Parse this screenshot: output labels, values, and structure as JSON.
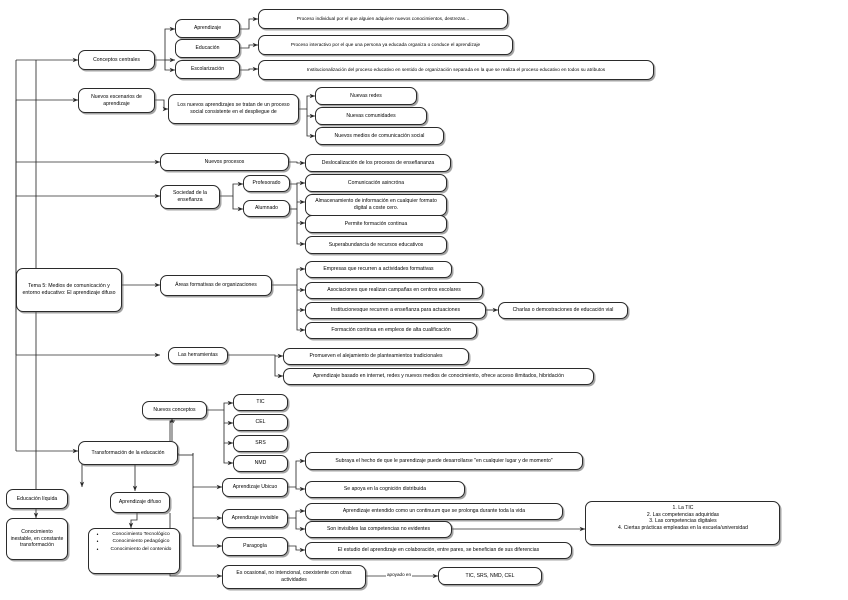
{
  "diagram": {
    "title": "Tema 5: Medios de comunicación y entorno educativo: El aprendizaje difuso",
    "type": "concept-map",
    "line_color": "#2b2b2b",
    "box_fill": "#ffffff",
    "box_border": "#2b2b2b",
    "text_color": "#000000"
  },
  "root": {
    "label": "Tema 5: Medios de comunicación y entorno educativo: El aprendizaje difuso"
  },
  "branches": {
    "conceptos_centrales": {
      "label": "Conceptos centrales",
      "children": [
        {
          "label": "Aprendizaje",
          "definition": "Proceso individual por el que alguien adquiere nuevos conocimientos, destrezas..."
        },
        {
          "label": "Educación",
          "definition": "Proceso interactivo por el que una persona ya educada organiza o conduce el aprendizaje"
        },
        {
          "label": "Escolarización",
          "definition": "Institucionalización del proceso educativo en sentido de organización separada en la que se realiza el proceso educativo en todos su atributos"
        }
      ]
    },
    "nuevos_escenarios": {
      "label": "Nuevos escenarios de aprendizaje",
      "statement": "Los nuevos aprendizajes se tratan de un proceso social consistente en el despliegue de",
      "items": [
        "Nuevas redes",
        "Nuevas comunidades",
        "Nuevos medios de comunicación social"
      ]
    },
    "nuevos_procesos": {
      "label": "Nuevos procesos",
      "result": "Deslocalización de los procesos de enseñananza"
    },
    "sociedad_ensenanza": {
      "label": "Sociedad de la enseñanza",
      "actors": [
        "Profesorado",
        "Alumnado"
      ],
      "features": [
        "Comunicación asincróna",
        "Almacenamiento de información en cualquier formato digital a coste cero.",
        "Permite formación continua",
        "Superabundancia de recursos educativos"
      ]
    },
    "areas_formativas": {
      "label": "Áreas formativas de organizaciones",
      "items": [
        "Empresas que recurren a actividades formativas",
        "Asociaciones que realizan campañas en centros escolares",
        "Institucionesque recurren a enseñanza para actuaciones",
        "Formación continua en empleos de alta cualificación"
      ],
      "example": "Charlas o demostraciones de educación vial"
    },
    "herramientas": {
      "label": "Las herramientas",
      "items": [
        "Promueven el alejamiento de planteamientos tradicionales",
        "Aprendizaje basado en internet, redes y nuevos medios de conocimiento, ofrece acceso ilimitados, hibridación"
      ]
    },
    "transformacion": {
      "label": "Transformación de la educación",
      "nuevos_conceptos": {
        "label": "Nuevos conceptos",
        "items": [
          "TIC",
          "CEL",
          "SRS",
          "NMD"
        ]
      },
      "educacion_liquida": {
        "label": "Educación líquida",
        "result": "Conocimiento inestable, en constante transformación"
      },
      "aprendizaje_difuso": {
        "label": "Aprendizaje difuso",
        "knowledge": [
          "Conocimiento Tecnológico",
          "Conocimiento pedagógico",
          "Conocimiento del contenido"
        ],
        "nature": "Es ocasional, no intencional, coexistente con otras actividades",
        "supported_by_label": "apoyado en",
        "supported_by": "TIC, SRS, NMD, CEL"
      },
      "aprendizaje_ubicuo": {
        "label": "Aprendizaje  Ubicuo",
        "items": [
          "Subraya el hecho de que le parendizaje puede desarrollarse \"en cualquier lugar y de momento\"",
          "Se apoya en la cognición distribuida"
        ]
      },
      "aprendizaje_invisible": {
        "label": "Aprendizaje invisible",
        "items": [
          "Aprendizaje entendido como un continuum que se prolonga durante toda la vida",
          "Son invisibles las competencias no evidentes"
        ]
      },
      "paragogia": {
        "label": "Paragogía",
        "items": [
          "El estudio del aprendizaje en colaboración, entre pares, se benefician de sus diferencias"
        ]
      },
      "invisible_list": [
        "1. La TIC",
        "2. Las competencias adquiridas",
        "3. Las competencias digitales",
        "4. Ciertas prácticas empleadas en la escuela/universidad"
      ]
    }
  }
}
